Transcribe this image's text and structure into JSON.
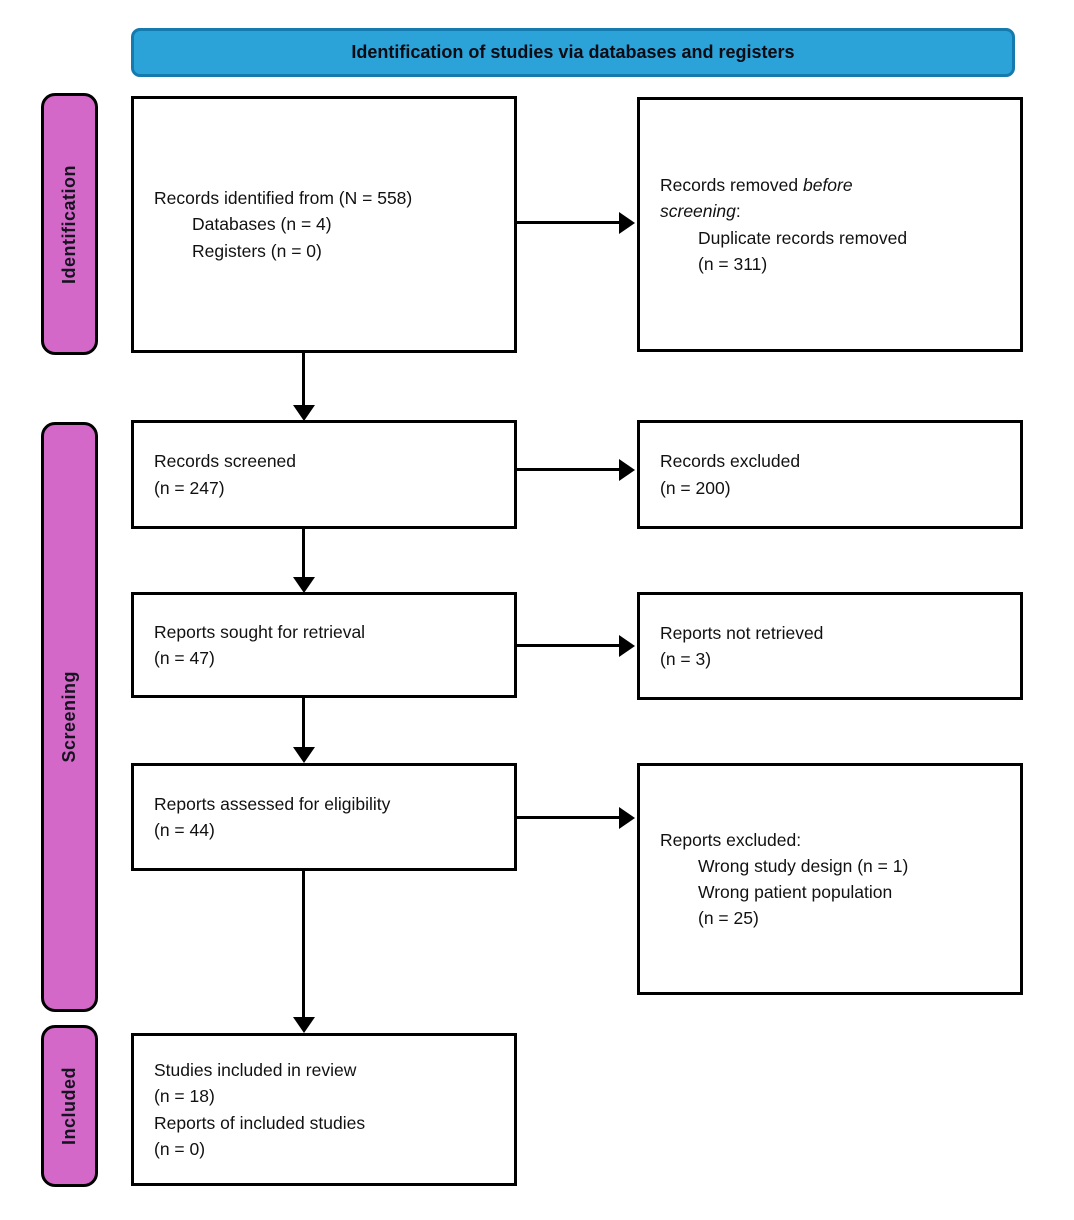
{
  "header": {
    "title": "Identification of studies via databases and registers"
  },
  "colors": {
    "banner_fill": "#2BA2D8",
    "banner_border": "#157AAD",
    "stage_fill": "#D468C8",
    "box_border": "#000000"
  },
  "stages": {
    "identification": "Identification",
    "screening": "Screening",
    "included": "Included"
  },
  "boxes": {
    "records_identified": {
      "line1": "Records identified from (N = 558)",
      "line2": "Databases (n = 4)",
      "line3": "Registers (n = 0)"
    },
    "records_removed": {
      "line1_normal": "Records removed ",
      "line1_italic": "before",
      "line2_italic": "screening",
      "line2_normal": ":",
      "line3": "Duplicate records removed",
      "line4": "(n = 311)"
    },
    "records_screened": {
      "line1": "Records screened",
      "line2": "(n = 247)"
    },
    "records_excluded": {
      "line1": "Records excluded",
      "line2": "(n = 200)"
    },
    "reports_sought": {
      "line1": "Reports sought for retrieval",
      "line2": "(n = 47)"
    },
    "reports_not_retrieved": {
      "line1": "Reports not retrieved",
      "line2": "(n = 3)"
    },
    "reports_assessed": {
      "line1": "Reports assessed for eligibility",
      "line2": "(n = 44)"
    },
    "reports_excluded": {
      "line1": "Reports excluded:",
      "line2": "Wrong study design (n = 1)",
      "line3": "Wrong patient population",
      "line4": "(n = 25)"
    },
    "studies_included": {
      "line1": "Studies included in review",
      "line2": "(n = 18)",
      "line3": "Reports of included studies",
      "line4": "(n = 0)"
    }
  }
}
